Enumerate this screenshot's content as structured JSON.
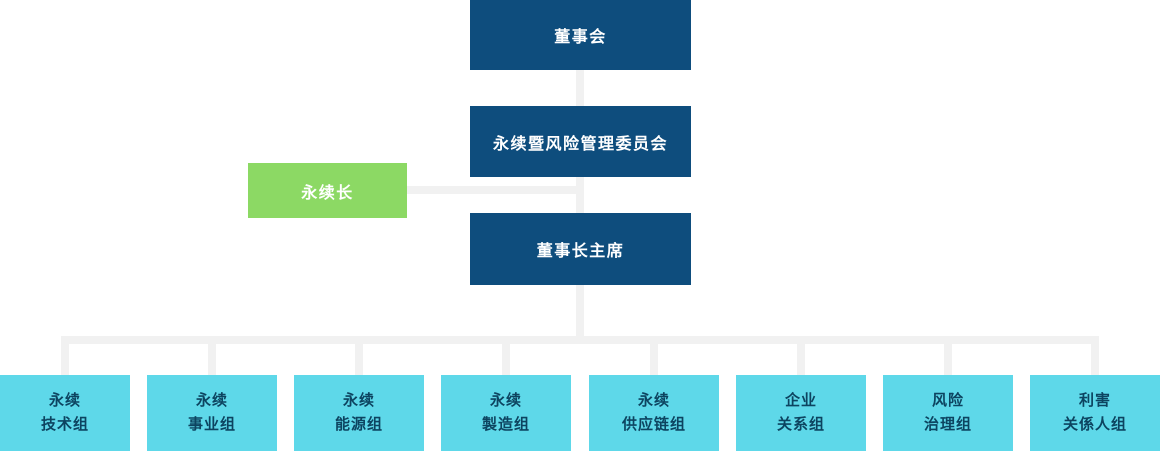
{
  "org_chart": {
    "board": {
      "label": "董事会"
    },
    "committee": {
      "label": "永续暨风险管理委员会"
    },
    "cso": {
      "label": "永续长"
    },
    "chairman": {
      "label": "董事长主席"
    },
    "groups": [
      {
        "line1": "永续",
        "line2": "技术组"
      },
      {
        "line1": "永续",
        "line2": "事业组"
      },
      {
        "line1": "永续",
        "line2": "能源组"
      },
      {
        "line1": "永续",
        "line2": "製造组"
      },
      {
        "line1": "永续",
        "line2": "供应链组"
      },
      {
        "line1": "企业",
        "line2": "关系组"
      },
      {
        "line1": "风险",
        "line2": "治理组"
      },
      {
        "line1": "利害",
        "line2": "关係人组"
      }
    ],
    "colors": {
      "primary_blue": "#0e4d7d",
      "green": "#8cd964",
      "cyan": "#5ed8e9",
      "connector_gray": "#f1f1f1",
      "group_text_blue": "#0d4460"
    }
  }
}
